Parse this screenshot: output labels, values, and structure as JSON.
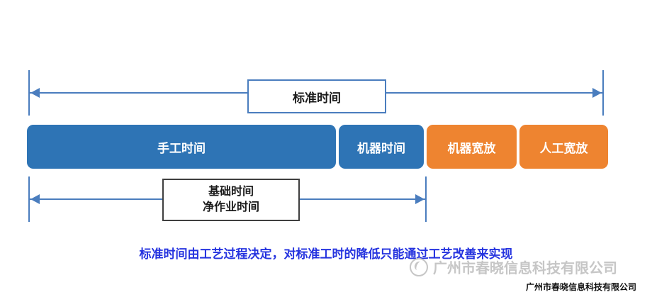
{
  "colors": {
    "blue_block": "#2e74b5",
    "orange_block": "#ee8430",
    "arrow_line": "#4a7dbe",
    "top_box_border": "#4a7dbe",
    "bottom_box_border": "#3f3f3f",
    "caption_text": "#2533df",
    "watermark_text": "#c6c6c6",
    "footer_text": "#111111"
  },
  "diagram": {
    "top_arrow_label": "标准时间",
    "blocks": [
      {
        "label": "手工时间",
        "color": "blue"
      },
      {
        "label": "机器时间",
        "color": "blue"
      },
      {
        "label": "机器宽放",
        "color": "orange"
      },
      {
        "label": "人工宽放",
        "color": "orange"
      }
    ],
    "bottom_arrow_label_line1": "基础时间",
    "bottom_arrow_label_line2": "净作业时间"
  },
  "caption": "标准时间由工艺过程决定，对标准工时的降低只能通过工艺改善来实现",
  "watermark": {
    "text": "广州市春晓信息科技有限公司"
  },
  "footer": {
    "text": "广州市春晓信息科技有限公司"
  }
}
